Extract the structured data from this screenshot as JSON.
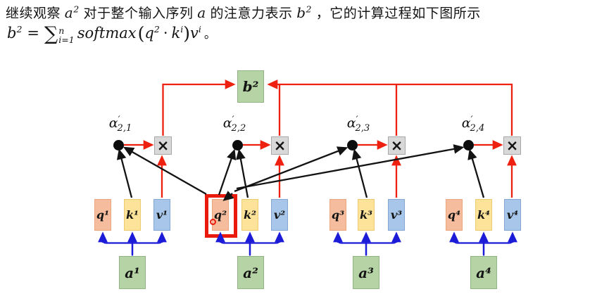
{
  "header": {
    "t1": "继续观察 ",
    "m1": "a",
    "m1s": "2",
    "t2": " 对于整个输入序列 ",
    "m2": "a",
    "t3": " 的注意力表示 ",
    "m3": "b",
    "m3s": "2",
    "t4": " ，它的计算过程如下图所示"
  },
  "formula": {
    "lhs": "b",
    "lhs_sup": "2",
    "eq": "=",
    "sum": "∑",
    "sum_sup": "n",
    "sum_sub": "i=1",
    "fn": "softmax",
    "open": "(",
    "q": "q",
    "q_sup": "2",
    "dot": "·",
    "k": "k",
    "k_sup": "i",
    "close": ")",
    "v": "v",
    "v_sup": "i",
    "period": "。"
  },
  "diagram": {
    "b2": "b²",
    "times": "×",
    "alphas": [
      {
        "base": "α",
        "prime": "′",
        "sub": "2,1"
      },
      {
        "base": "α",
        "prime": "′",
        "sub": "2,2"
      },
      {
        "base": "α",
        "prime": "′",
        "sub": "2,3"
      },
      {
        "base": "α",
        "prime": "′",
        "sub": "2,4"
      }
    ],
    "columns": [
      {
        "q": "q¹",
        "k": "k¹",
        "v": "v¹",
        "a": "a¹"
      },
      {
        "q": "q²",
        "k": "k²",
        "v": "v²",
        "a": "a²"
      },
      {
        "q": "q³",
        "k": "k³",
        "v": "v³",
        "a": "a³"
      },
      {
        "q": "q⁴",
        "k": "k⁴",
        "v": "v⁴",
        "a": "a⁴"
      }
    ]
  },
  "colors": {
    "arrow_red": "#ee2010",
    "arrow_blue": "#1b1bd8",
    "arrow_black": "#131313",
    "green_fill": "#b5d3a5",
    "orange_fill": "#f5bd9d",
    "yellow_fill": "#fde39a",
    "blue_fill": "#a7c6e9",
    "gray_fill": "#d8d8d8",
    "highlight_red": "#ea1a0c"
  }
}
